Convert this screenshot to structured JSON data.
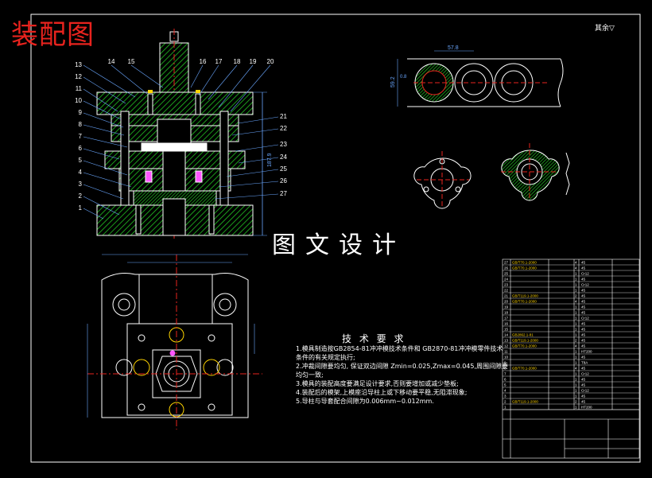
{
  "page": {
    "title": "装配图",
    "watermark": "图文设计",
    "corner_note": "其余▽"
  },
  "part_numbers_left": [
    "13",
    "12",
    "11",
    "10",
    "9",
    "8",
    "7",
    "6",
    "5",
    "4",
    "3",
    "2",
    "1"
  ],
  "part_numbers_top": [
    "14",
    "15",
    "16",
    "17",
    "18",
    "19",
    "20"
  ],
  "part_numbers_right": [
    "21",
    "22",
    "23",
    "24",
    "25",
    "26",
    "27"
  ],
  "dimensions": {
    "strip_pitch": "57.8",
    "strip_width": "59.2",
    "strip_side": "0.8",
    "height_total": "187.9"
  },
  "technical_requirements": {
    "title": "技 术 要 求",
    "lines": [
      "1.模具制造按GB2854-81冲冲模技术条件和 GB2870-81冲冲模零件技术",
      "  条件的有关规定执行;",
      "2.冲裁间隙要均匀, 保证双边间隙 Zmin=0.025,Zmax=0.045,周围间隙要",
      "  均匀一致;",
      "3.模具的装配高度要满足设计要求,否则要增加或减少垫板;",
      "4.装配后的模架,上模座沿导柱上或下移动要平稳,无阻滞现象;",
      "5.导柱与导套配合间隙为0.006mm~0.012mm."
    ]
  },
  "parts_list_rows": [
    {
      "no": "27",
      "code": "GB/T70.1-2000",
      "qty": "4",
      "mat": "45"
    },
    {
      "no": "26",
      "code": "GB/T70.1-2000",
      "qty": "4",
      "mat": "45"
    },
    {
      "no": "25",
      "code": "",
      "qty": "1",
      "mat": "Cr12"
    },
    {
      "no": "24",
      "code": "",
      "qty": "1",
      "mat": "45"
    },
    {
      "no": "23",
      "code": "",
      "qty": "1",
      "mat": "Cr12"
    },
    {
      "no": "22",
      "code": "",
      "qty": "1",
      "mat": "45"
    },
    {
      "no": "21",
      "code": "GB/T119.1-2000",
      "qty": "2",
      "mat": "45"
    },
    {
      "no": "20",
      "code": "GB/T70.1-2000",
      "qty": "4",
      "mat": "45"
    },
    {
      "no": "19",
      "code": "",
      "qty": "1",
      "mat": "45"
    },
    {
      "no": "18",
      "code": "",
      "qty": "1",
      "mat": "45"
    },
    {
      "no": "17",
      "code": "",
      "qty": "1",
      "mat": "Cr12"
    },
    {
      "no": "16",
      "code": "",
      "qty": "1",
      "mat": "45"
    },
    {
      "no": "15",
      "code": "",
      "qty": "1",
      "mat": "45"
    },
    {
      "no": "14",
      "code": "GB2862.1-81",
      "qty": "1",
      "mat": "45"
    },
    {
      "no": "13",
      "code": "GB/T119.1-2000",
      "qty": "2",
      "mat": "45"
    },
    {
      "no": "12",
      "code": "GB/T70.1-2000",
      "qty": "4",
      "mat": "45"
    },
    {
      "no": "11",
      "code": "",
      "qty": "1",
      "mat": "HT200"
    },
    {
      "no": "10",
      "code": "",
      "qty": "1",
      "mat": "45"
    },
    {
      "no": "9",
      "code": "",
      "qty": "1",
      "mat": "T8A"
    },
    {
      "no": "8",
      "code": "GB/T70.1-2000",
      "qty": "4",
      "mat": "45"
    },
    {
      "no": "7",
      "code": "",
      "qty": "1",
      "mat": "Cr12"
    },
    {
      "no": "6",
      "code": "",
      "qty": "1",
      "mat": "45"
    },
    {
      "no": "5",
      "code": "",
      "qty": "1",
      "mat": "45"
    },
    {
      "no": "4",
      "code": "",
      "qty": "1",
      "mat": "Cr12"
    },
    {
      "no": "3",
      "code": "",
      "qty": "1",
      "mat": "45"
    },
    {
      "no": "2",
      "code": "GB/T119.1-2000",
      "qty": "2",
      "mat": "45"
    },
    {
      "no": "1",
      "code": "",
      "qty": "1",
      "mat": "HT200"
    }
  ],
  "colors": {
    "background": "#000000",
    "line": "#ffffff",
    "hatch": "#22c322",
    "center": "#e8231e",
    "dim": "#6aa7ff",
    "part_fill": "#ff55ff",
    "yellow": "#ffd400",
    "title_red": "#e8231e"
  }
}
